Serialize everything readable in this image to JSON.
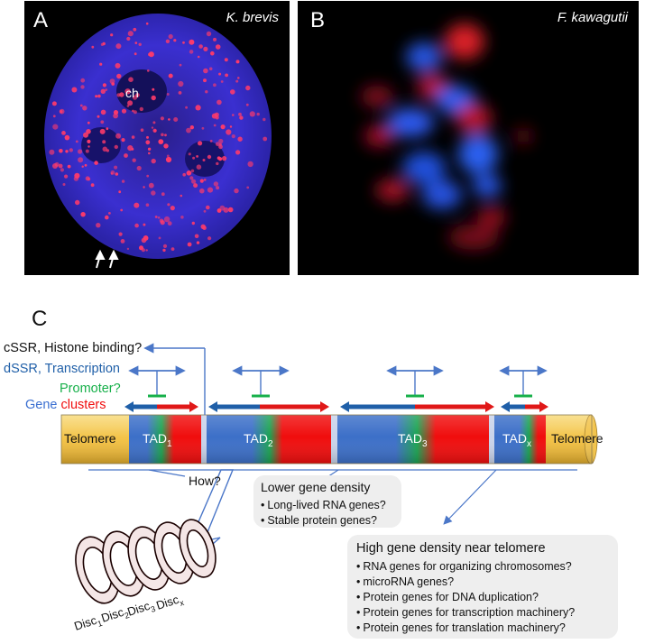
{
  "panel_a": {
    "label": "A",
    "species": "K. brevis",
    "ch_label": "ch"
  },
  "panel_b": {
    "label": "B",
    "species": "F. kawagutii"
  },
  "panel_c": {
    "label": "C",
    "legend": {
      "cssr": "cSSR, Histone binding?",
      "dssr": "dSSR, Transcription",
      "promoter": "Promoter?",
      "gene": "Gene",
      "clusters": "clusters"
    },
    "telomere_left": "Telomere",
    "telomere_right": "Telomere",
    "tads": [
      {
        "base": "TAD",
        "sub": "1"
      },
      {
        "base": "TAD",
        "sub": "2"
      },
      {
        "base": "TAD",
        "sub": "3"
      },
      {
        "base": "TAD",
        "sub": "x"
      }
    ],
    "how": "How?",
    "discs": [
      {
        "base": "Disc",
        "sub": "1"
      },
      {
        "base": "Disc",
        "sub": "2"
      },
      {
        "base": "Disc",
        "sub": "3"
      },
      {
        "base": "Disc",
        "sub": "x"
      }
    ],
    "lower_box": {
      "title": "Lower gene density",
      "items": [
        "Long-lived RNA genes?",
        "Stable protein genes?"
      ]
    },
    "high_box": {
      "title": "High gene density near telomere",
      "items": [
        "RNA genes for organizing chromosomes?",
        "microRNA genes?",
        "Protein genes for DNA duplication?",
        "Protein genes for transcription machinery?",
        "Protein genes for translation machinery?"
      ]
    }
  },
  "colors": {
    "blue": "#3b6fd1",
    "red": "#f00d0d",
    "green": "#17b04a",
    "telomere": "#f6cd5a",
    "dark_blue": "#1f5fa8"
  }
}
